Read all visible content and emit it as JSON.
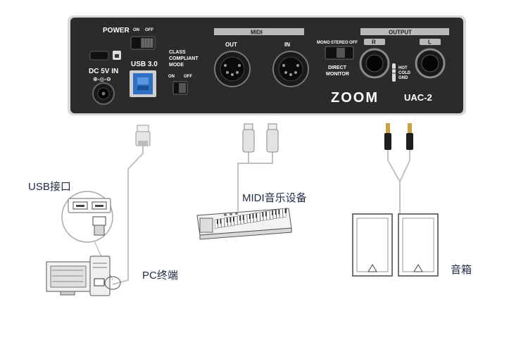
{
  "device": {
    "brand": "ZOOM",
    "model": "UAC-2",
    "power_label": "POWER",
    "on": "ON",
    "off": "OFF",
    "class_compliant": [
      "CLASS",
      "COMPLIANT",
      "MODE"
    ],
    "usb_label": "USB 3.0",
    "dc_in_label": "DC 5V IN",
    "midi_label": "MIDI",
    "midi_out": "OUT",
    "midi_in": "IN",
    "output_label": "OUTPUT",
    "out_r": "R",
    "out_l": "L",
    "mono": "MONO",
    "stereo": "STEREO",
    "direct_monitor": [
      "DIRECT",
      "MONITOR"
    ],
    "jack_legend": [
      "HOT",
      "COLD",
      "GND"
    ]
  },
  "labels": {
    "usb_port": "USB接口",
    "pc": "PC终端",
    "midi_device": "MIDI音乐设备",
    "speakers": "音箱"
  },
  "colors": {
    "panel": "#2b2b2d",
    "panel_border": "#cfd0d2",
    "usb_blue": "#2f6fc4",
    "label_text": "#1f2a44",
    "cable": "#bfbfbf"
  }
}
